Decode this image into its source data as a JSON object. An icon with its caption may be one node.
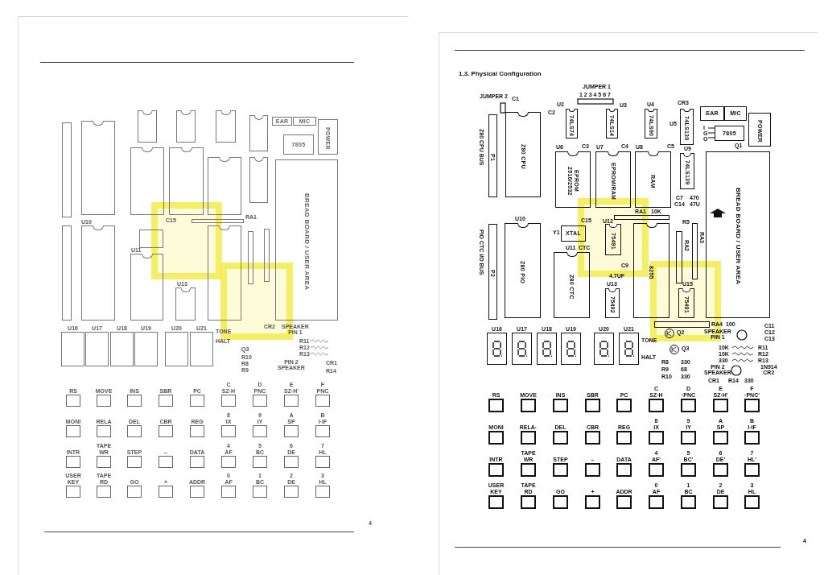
{
  "diagram": {
    "title": "1.3. Physical Configuration",
    "nodes": [
      {
        "text": [],
        "shape": "box"
      },
      {
        "text": [],
        "shape": "box"
      },
      {
        "text": [],
        "shape": "box"
      },
      {
        "text": [],
        "shape": "box"
      },
      {
        "text": [],
        "shape": "box"
      },
      {
        "text": [],
        "shape": "box"
      },
      {
        "text": [
          "EAR"
        ]
      },
      {
        "text": [
          "MIC"
        ]
      },
      {
        "text": [
          "POWER"
        ]
      },
      {
        "text": [
          "7805"
        ]
      },
      {
        "text": [],
        "shape": "box"
      },
      {
        "text": [],
        "shape": "box"
      },
      {
        "text": [],
        "shape": "box"
      },
      {
        "text": [],
        "shape": "box"
      },
      {
        "text": [
          "BREAD BOARD / USER AREA"
        ]
      },
      {
        "text": [],
        "shape": "box"
      },
      {
        "text": [],
        "shape": "box"
      },
      {
        "text": [],
        "shape": "bar"
      },
      {
        "text": [],
        "shape": "box"
      },
      {
        "text": [],
        "shape": "box"
      },
      {
        "text": [],
        "shape": "box"
      },
      {
        "text": [],
        "shape": "box"
      },
      {
        "text": [],
        "shape": "bar"
      },
      {
        "text": [],
        "shape": "bar"
      },
      {
        "text": [
          "U16"
        ]
      },
      {
        "text": [
          "U17"
        ]
      },
      {
        "text": [
          "U18"
        ]
      },
      {
        "text": [
          "U19"
        ]
      },
      {
        "text": [
          "U20"
        ]
      },
      {
        "text": [
          "U21"
        ]
      },
      {
        "text": [
          "RS"
        ]
      },
      {
        "text": [
          "MOVE"
        ]
      },
      {
        "text": [
          "INS"
        ]
      },
      {
        "text": [
          "SBR"
        ]
      },
      {
        "text": [
          "PC"
        ]
      },
      {
        "text": [
          "C SZ·H"
        ]
      },
      {
        "text": [
          "D PNC"
        ]
      },
      {
        "text": [
          "E SZ·H'"
        ]
      },
      {
        "text": [
          "F PNC"
        ]
      },
      {
        "text": [
          "MONI"
        ]
      },
      {
        "text": [
          "RELA"
        ]
      },
      {
        "text": [
          "DEL"
        ]
      },
      {
        "text": [
          "CBR"
        ]
      },
      {
        "text": [
          "REG"
        ]
      },
      {
        "text": [
          "8 IX"
        ]
      },
      {
        "text": [
          "9 IY"
        ]
      },
      {
        "text": [
          "A SP"
        ]
      },
      {
        "text": [
          "B I·IF"
        ]
      },
      {
        "text": [
          "INTR"
        ]
      },
      {
        "text": [
          "TAPE WR"
        ]
      },
      {
        "text": [
          "STEP"
        ]
      },
      {
        "text": [
          "–"
        ]
      },
      {
        "text": [
          "DATA"
        ]
      },
      {
        "text": [
          "4 AF"
        ]
      },
      {
        "text": [
          "5 BC"
        ]
      },
      {
        "text": [
          "6 DE"
        ]
      },
      {
        "text": [
          "7 HL"
        ]
      },
      {
        "text": [
          "USER KEY"
        ]
      },
      {
        "text": [
          "TAPE RD"
        ]
      },
      {
        "text": [
          "GO"
        ]
      },
      {
        "text": [
          "+"
        ]
      },
      {
        "text": [
          "ADDR"
        ]
      },
      {
        "text": [
          "0 AF"
        ]
      },
      {
        "text": [
          "1 BC"
        ]
      },
      {
        "text": [
          "2 DE"
        ]
      },
      {
        "text": [
          "3 HL"
        ]
      },
      {
        "text": [
          "P1"
        ]
      },
      {
        "text": [
          "Z80 CPU"
        ]
      },
      {
        "text": [
          "74LS74"
        ]
      },
      {
        "text": [
          "74LS14"
        ]
      },
      {
        "text": [
          "74LS90"
        ]
      },
      {
        "text": [
          "74LS139"
        ]
      },
      {
        "text": [
          "EAR"
        ]
      },
      {
        "text": [
          "MIC"
        ]
      },
      {
        "text": [
          "POWER"
        ]
      },
      {
        "text": [
          "7805"
        ]
      },
      {
        "text": [
          "EPROM 2516/2532"
        ]
      },
      {
        "text": [
          "EPROM/RAM"
        ]
      },
      {
        "text": [
          "RAM"
        ]
      },
      {
        "text": [
          "74LS139"
        ]
      },
      {
        "text": [
          "BREAD BOARD / USER AREA"
        ]
      },
      {
        "text": [
          "P2"
        ]
      },
      {
        "text": [
          "Z80 PIO"
        ]
      },
      {
        "text": [],
        "shape": "bar"
      },
      {
        "text": [
          "XTAL"
        ]
      },
      {
        "text": [
          "75491"
        ]
      },
      {
        "text": [
          "8255"
        ]
      },
      {
        "text": [
          "Z80 CTC"
        ]
      },
      {
        "text": [],
        "shape": "bar"
      },
      {
        "text": [],
        "shape": "bar"
      },
      {
        "text": [
          "75492"
        ]
      },
      {
        "text": [
          "75491"
        ]
      },
      {
        "text": [],
        "shape": "bar"
      },
      {
        "text": [
          "U16"
        ]
      },
      {
        "text": [
          "U17"
        ]
      },
      {
        "text": [
          "U18"
        ]
      },
      {
        "text": [
          "U19"
        ]
      },
      {
        "text": [
          "U20"
        ]
      },
      {
        "text": [
          "U21"
        ]
      },
      {
        "text": [
          "RS"
        ]
      },
      {
        "text": [
          "MOVE"
        ]
      },
      {
        "text": [
          "INS"
        ]
      },
      {
        "text": [
          "SBR"
        ]
      },
      {
        "text": [
          "PC"
        ]
      },
      {
        "text": [
          "C SZ·H"
        ]
      },
      {
        "text": [
          "D ·PNC"
        ]
      },
      {
        "text": [
          "E SZ·H'"
        ]
      },
      {
        "text": [
          "F ·PNC'"
        ]
      },
      {
        "text": [
          "MONI"
        ]
      },
      {
        "text": [
          "RELA·"
        ]
      },
      {
        "text": [
          "DEL"
        ]
      },
      {
        "text": [
          "CBR"
        ]
      },
      {
        "text": [
          "REG"
        ]
      },
      {
        "text": [
          "8 IX"
        ]
      },
      {
        "text": [
          "9 IY"
        ]
      },
      {
        "text": [
          "A SP"
        ]
      },
      {
        "text": [
          "B I·IF"
        ]
      },
      {
        "text": [
          "INTR"
        ]
      },
      {
        "text": [
          "TAPE WR"
        ]
      },
      {
        "text": [
          "STEP"
        ]
      },
      {
        "text": [
          "–"
        ]
      },
      {
        "text": [
          "DATA"
        ]
      },
      {
        "text": [
          "4 AF'"
        ]
      },
      {
        "text": [
          "5 BC'"
        ]
      },
      {
        "text": [
          "6 DE'"
        ]
      },
      {
        "text": [
          "7 HL'"
        ]
      },
      {
        "text": [
          "USER KEY"
        ]
      },
      {
        "text": [
          "TAPE RD"
        ]
      },
      {
        "text": [
          "GO"
        ]
      },
      {
        "text": [
          "+"
        ]
      },
      {
        "text": [
          "ADDR"
        ]
      },
      {
        "text": [
          "0 AF"
        ]
      },
      {
        "text": [
          "1 BC"
        ]
      },
      {
        "text": [
          "2 DE"
        ]
      },
      {
        "text": [
          "3 HL"
        ]
      }
    ],
    "labels": [
      "TONE",
      "HALT",
      "SPEAKER PIN 1",
      "PIN 2 SPEAKER",
      "R10",
      "R8",
      "R9",
      "Q3",
      "R11",
      "R12",
      "R13",
      "CR1",
      "R14",
      "CR2",
      "RA1",
      "C15",
      "U10",
      "U11",
      "U13",
      "4",
      "JUMPER 2",
      "C1",
      "JUMPER 1",
      "1 2 3 4 5 6 7",
      "U2",
      "U3",
      "U4",
      "CR3",
      "U5",
      "Q1",
      "I",
      "G",
      "O",
      "C2",
      "U6",
      "C3",
      "U7",
      "C4",
      "U8",
      "C5",
      "U9",
      "Z80 CPU BUS",
      "PIO CTC I/O BUS",
      "U10",
      "Y1",
      "C15",
      "U12",
      "U11",
      "CTC",
      "C9",
      "4.7UF",
      "U13",
      "RA1",
      "10K",
      "C7",
      "470",
      "C14",
      "47U",
      "R5",
      "RA2",
      "RA3",
      "U15",
      "RA4",
      "Q2",
      "TONE",
      "Q3",
      "HALT",
      "R8",
      "330",
      "R9",
      "68",
      "R10",
      "330",
      "100",
      "SPEAKER PIN 1",
      "C11",
      "C12",
      "C13",
      "10K",
      "R11",
      "10K",
      "R12",
      "330",
      "R13",
      "PIN 2 SPEAKER",
      "1N914 CR2",
      "CR1",
      "R14",
      "330",
      "4"
    ]
  }
}
